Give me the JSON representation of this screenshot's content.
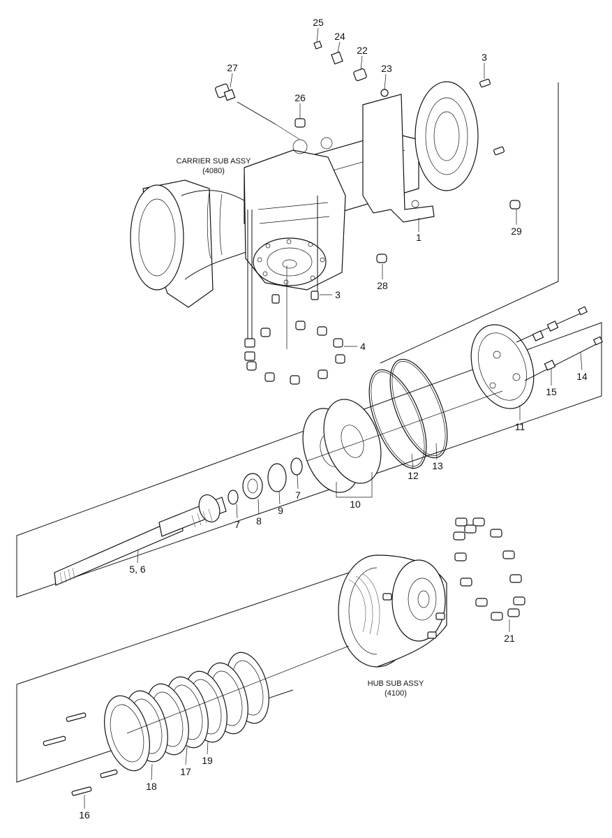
{
  "assemblies": {
    "carrier": {
      "name": "CARRIER SUB ASSY",
      "code": "(4080)"
    },
    "hub": {
      "name": "HUB SUB ASSY",
      "code": "(4100)"
    }
  },
  "callouts": {
    "c25": "25",
    "c24": "24",
    "c22": "22",
    "c23": "23",
    "c3a": "3",
    "c27": "27",
    "c26": "26",
    "c29": "29",
    "c1": "1",
    "c28": "28",
    "c3b": "3",
    "c4": "4",
    "c14": "14",
    "c15": "15",
    "c11": "11",
    "c12": "12",
    "c13": "13",
    "c10": "10",
    "c7a": "7",
    "c9": "9",
    "c8": "8",
    "c7b": "7",
    "c56": "5, 6",
    "c21": "21",
    "c17": "17",
    "c19": "19",
    "c18": "18",
    "c16": "16"
  }
}
